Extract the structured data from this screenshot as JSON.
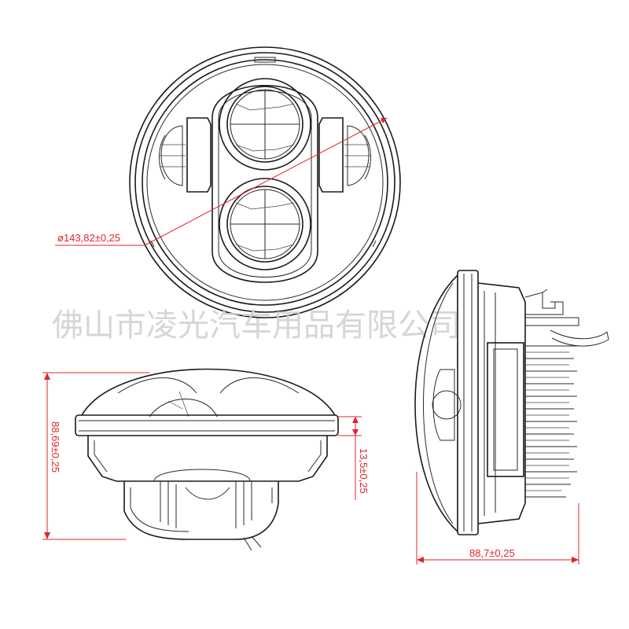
{
  "watermark": "佛山市凌光汽车用品有限公司",
  "dimensions": {
    "diameter": "ø143,82±0,25",
    "front_height": "88,69±0,25",
    "flange_height": "13,5±0,25",
    "side_depth": "88,7±0,25"
  },
  "colors": {
    "line": "#1a1a1a",
    "dimension": "#e0242c",
    "watermark": "#cfcfcf"
  }
}
